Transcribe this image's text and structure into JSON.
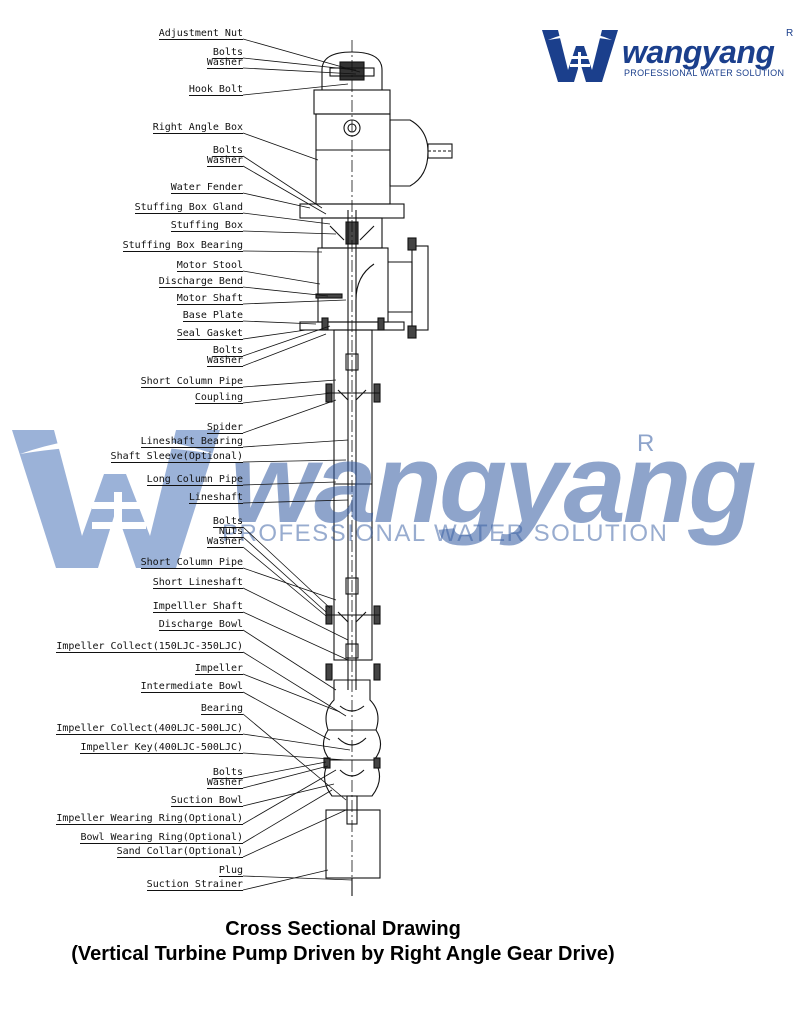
{
  "brand": {
    "name": "wangyang",
    "tagline": "PROFESSIONAL WATER SOLUTION",
    "registered_mark": "R",
    "color": "#1b3f8c",
    "watermark_color": "#5a7fbf"
  },
  "labels": [
    "Adjustment Nut",
    "Bolts",
    "Washer",
    "Hook Bolt",
    "Right Angle Box",
    "Bolts",
    "Washer",
    "Water Fender",
    "Stuffing Box Gland",
    "Stuffing Box",
    "Stuffing Box Bearing",
    "Motor Stool",
    "Discharge Bend",
    "Motor Shaft",
    "Base Plate",
    "Seal Gasket",
    "Bolts",
    "Washer",
    "Short Column Pipe",
    "Coupling",
    "Spider",
    "Lineshaft Bearing",
    "Shaft Sleeve(Optional)",
    "Long Column Pipe",
    "Lineshaft",
    "Bolts",
    "Nuts",
    "Washer",
    "Short Column Pipe",
    "Short Lineshaft",
    "Impelller Shaft",
    "Discharge Bowl",
    "Impeller Collect(150LJC-350LJC)",
    "Impeller",
    "Intermediate Bowl",
    "Bearing",
    "Impeller Collect(400LJC-500LJC)",
    "Impeller Key(400LJC-500LJC)",
    "Bolts",
    "Washer",
    "Suction Bowl",
    "Impeller Wearing Ring(Optional)",
    "Bowl Wearing Ring(Optional)",
    "Sand Collar(Optional)",
    "Plug",
    "Suction Strainer"
  ],
  "caption": {
    "line1": "Cross Sectional Drawing",
    "line2": "(Vertical Turbine Pump Driven by Right Angle Gear Drive)"
  }
}
